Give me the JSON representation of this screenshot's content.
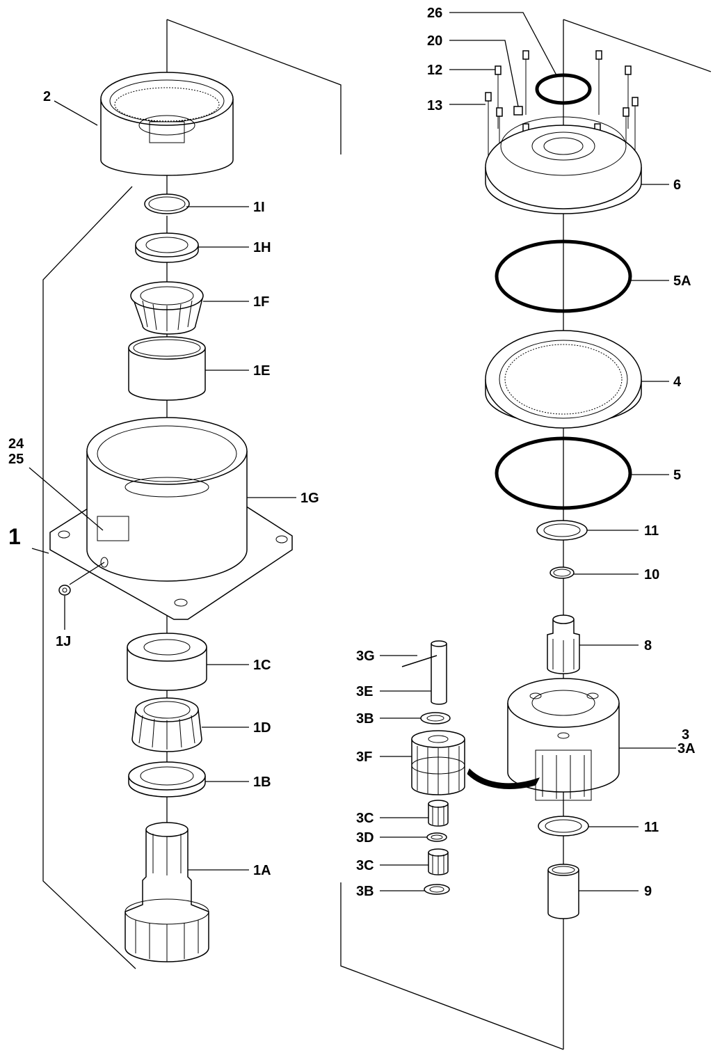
{
  "labels": {
    "p26": "26",
    "p20": "20",
    "p12": "12",
    "p13": "13",
    "p6": "6",
    "p5a": "5A",
    "p4": "4",
    "p5": "5",
    "p11a": "11",
    "p10": "10",
    "p8": "8",
    "p3": "3",
    "p3a": "3A",
    "p11b": "11",
    "p9": "9",
    "p3g": "3G",
    "p3e": "3E",
    "p3b1": "3B",
    "p3f": "3F",
    "p3c1": "3C",
    "p3d": "3D",
    "p3c2": "3C",
    "p3b2": "3B",
    "p2": "2",
    "p1i": "1I",
    "p1h": "1H",
    "p1f": "1F",
    "p1e": "1E",
    "p24": "24",
    "p25": "25",
    "p1g": "1G",
    "p1": "1",
    "p1j": "1J",
    "p1c": "1C",
    "p1d": "1D",
    "p1b": "1B",
    "p1a": "1A"
  }
}
